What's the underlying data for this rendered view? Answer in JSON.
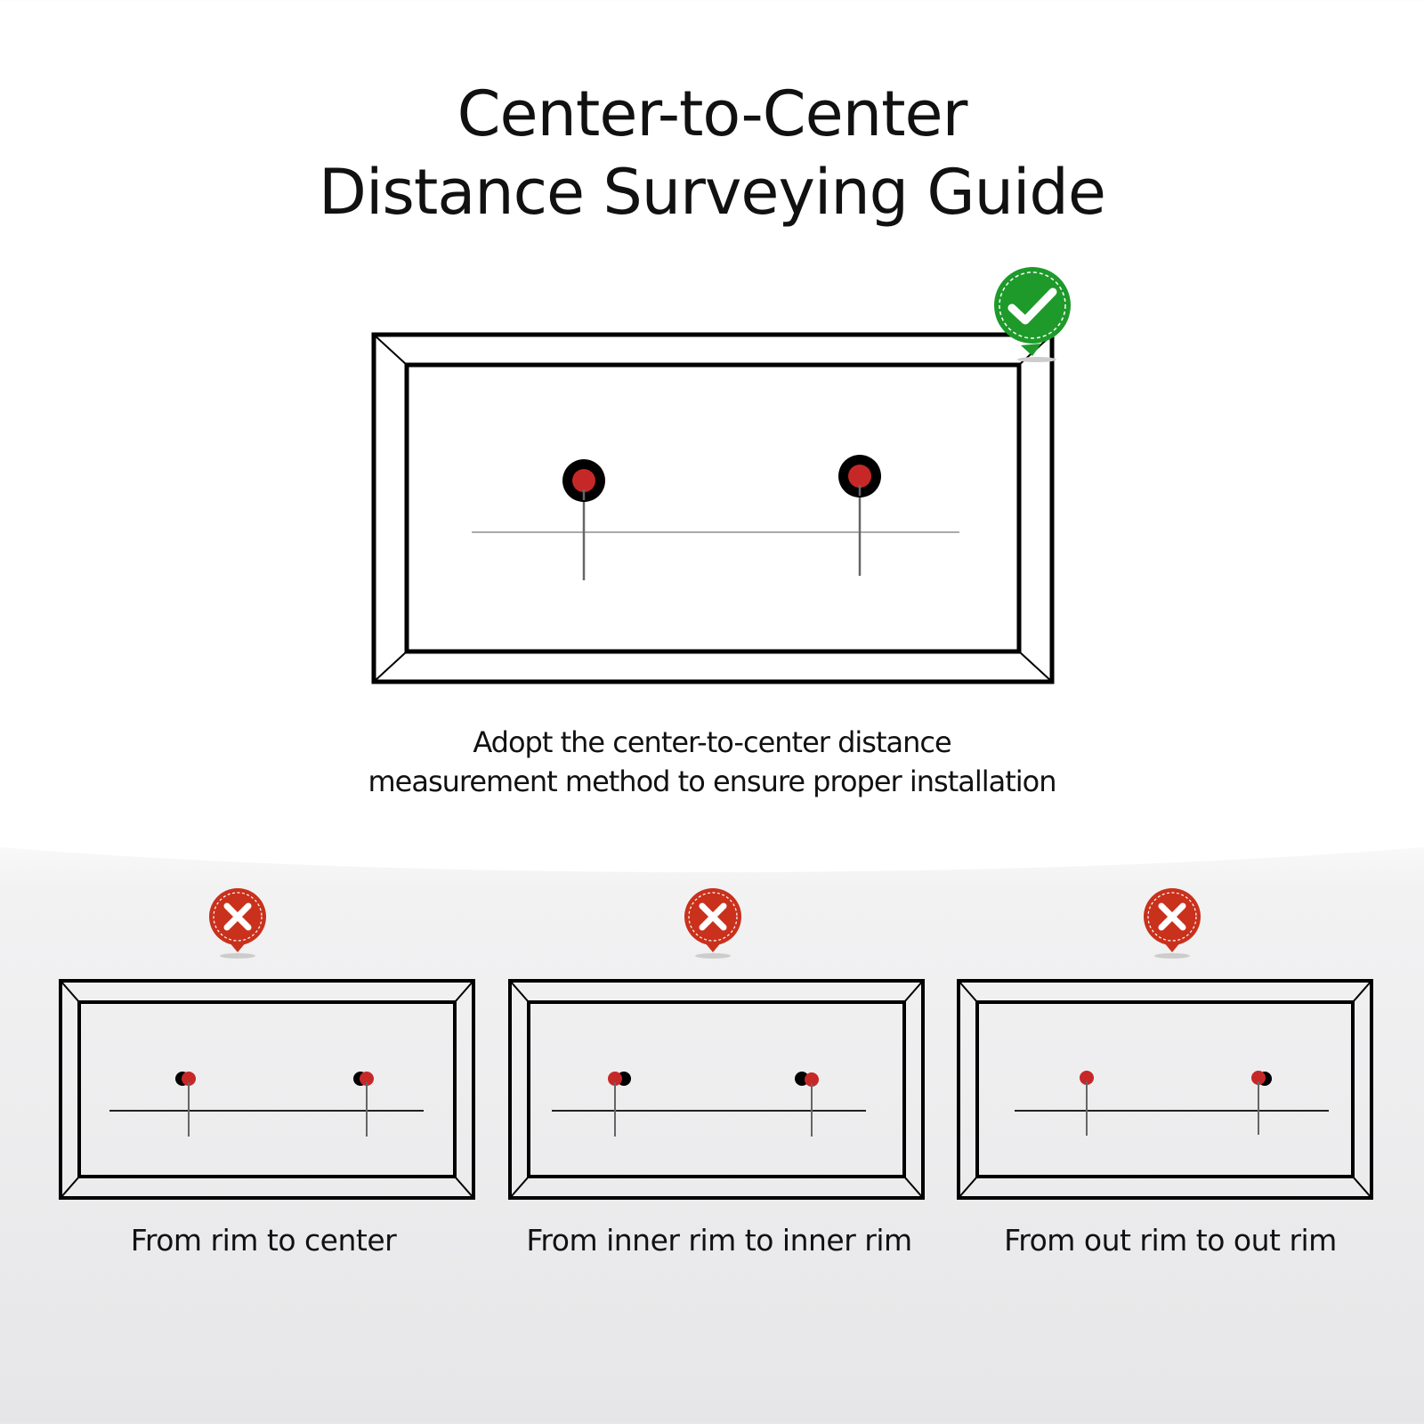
{
  "header": {
    "title_line1": "Center-to-Center",
    "title_line2": "Distance Surveying Guide"
  },
  "main_diagram": {
    "status": "correct",
    "badge_icon": "check-icon",
    "badge_color": "#1e9a2a",
    "description_line1": "Adopt the center-to-center distance",
    "description_line2": "measurement method to ensure proper installation"
  },
  "examples": [
    {
      "status": "incorrect",
      "badge_icon": "x-icon",
      "caption": "From rim to center"
    },
    {
      "status": "incorrect",
      "badge_icon": "x-icon",
      "caption": "From inner rim to inner rim"
    },
    {
      "status": "incorrect",
      "badge_icon": "x-icon",
      "caption": "From out rim to out rim"
    }
  ],
  "colors": {
    "correct_green": "#1e9a2a",
    "incorrect_red": "#c9311c",
    "dot_red": "#c62828",
    "frame_black": "#000000"
  }
}
